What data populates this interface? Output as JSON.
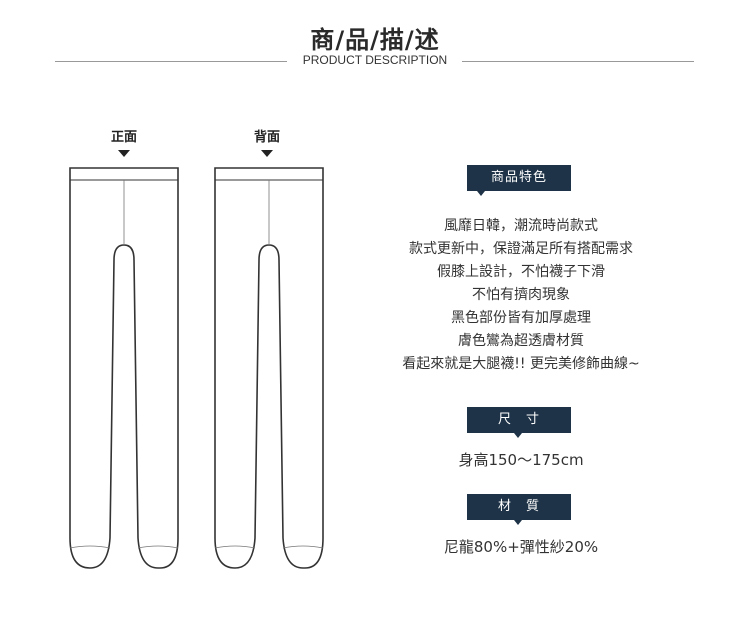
{
  "header": {
    "title": "商/品/描/述",
    "subtitle": "PRODUCT DESCRIPTION"
  },
  "views": {
    "front_label": "正面",
    "back_label": "背面"
  },
  "features": {
    "heading": "商品特色",
    "lines": [
      "風靡日韓，潮流時尚款式",
      "款式更新中，保證滿足所有搭配需求",
      "假膝上設計，不怕襪子下滑",
      "不怕有擠肉現象",
      "黑色部份皆有加厚處理",
      "膚色鸞為超透膚材質",
      "看起來就是大腿襪!! 更完美修飾曲線~"
    ]
  },
  "size": {
    "heading": "尺　寸",
    "value": "身高150～175cm"
  },
  "material": {
    "heading": "材　質",
    "value": "尼龍80%+彈性紗20%"
  },
  "colors": {
    "tag_bg": "#1e3347",
    "outline": "#333333"
  }
}
